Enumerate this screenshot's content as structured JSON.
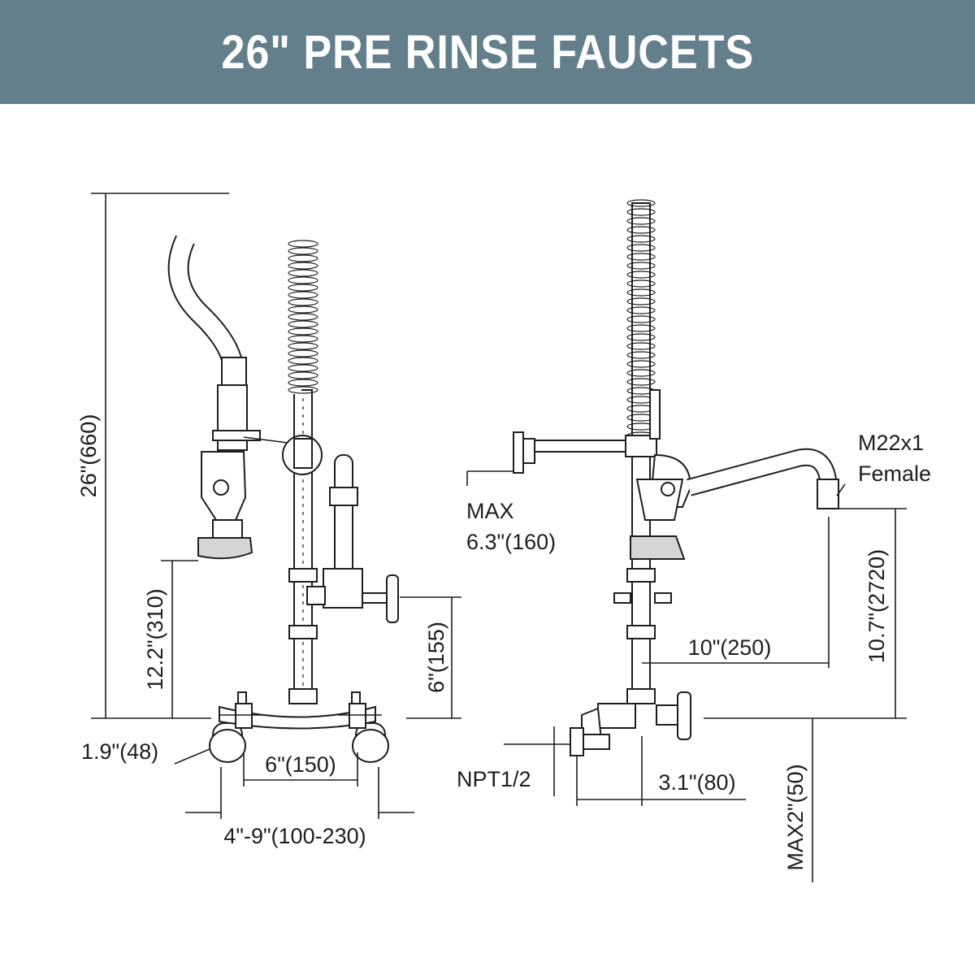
{
  "header": {
    "title": "26\" PRE RINSE FAUCETS"
  },
  "front_view": {
    "height_total": "26\"(660)",
    "sprayer_height": "12.2\"(310)",
    "valve_height": "6\"(155)",
    "inlet_diameter": "1.9\"(48)",
    "center_spacing": "6\"(150)",
    "adjustable_centers": "4\"-9\"(100-230)"
  },
  "side_view": {
    "outlet_thread_line1": "M22x1",
    "outlet_thread_line2": "Female",
    "wall_bracket_max_line1": "MAX",
    "wall_bracket_max_line2": "6.3\"(160)",
    "spout_reach": "10\"(250)",
    "spout_height": "10.7\"(2720)",
    "inlet_thread": "NPT1/2",
    "inlet_offset": "3.1\"(80)",
    "max_depth": "MAX2\"(50)"
  },
  "colors": {
    "header_bg": "#647f8c",
    "header_text": "#ffffff",
    "line": "#1e1e1e"
  }
}
